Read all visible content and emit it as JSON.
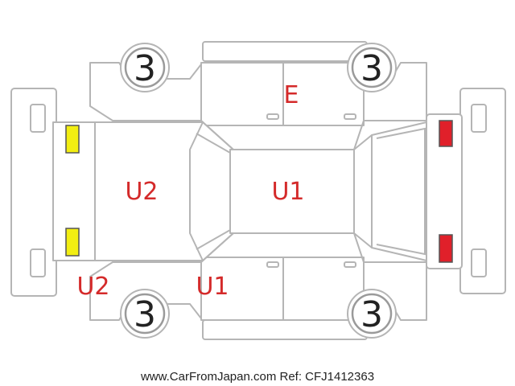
{
  "diagram": {
    "wheel_grade_fl": "3",
    "wheel_grade_fr": "3",
    "wheel_grade_rl": "3",
    "wheel_grade_rr": "3",
    "label_roof": "U1",
    "label_hood": "U2",
    "label_top_doors": "E",
    "label_front_corner": "U2",
    "label_bottom_door": "U1",
    "footer": "www.CarFromJapan.com Ref: CFJ1412363"
  },
  "colors": {
    "marking_text": "#d42a2a",
    "headlight": "#f2ee12",
    "taillight": "#e0202a",
    "outline": "#b5b5b5"
  }
}
